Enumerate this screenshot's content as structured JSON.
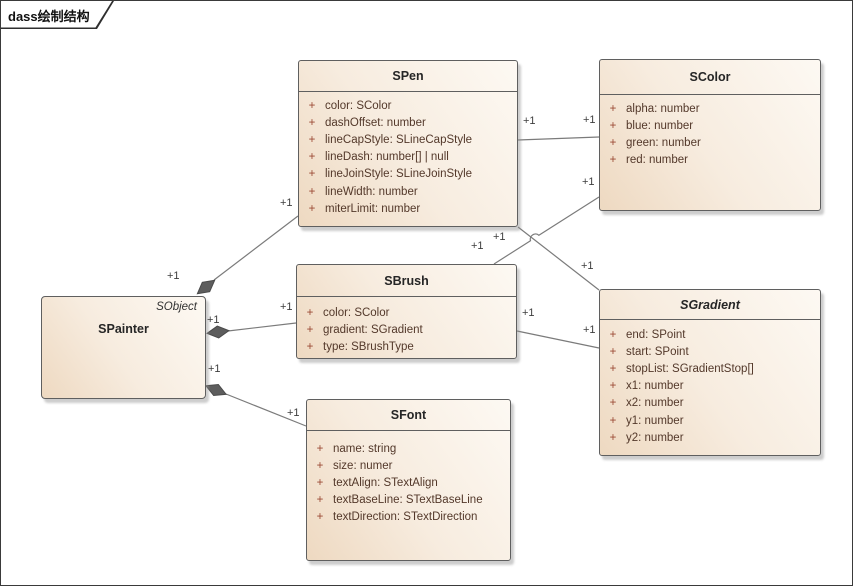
{
  "frame": {
    "title": "dass绘制结构"
  },
  "visibility_symbol": "+",
  "colors": {
    "box_fill_dark": "#eed9c1",
    "box_fill_light": "#fdf9f3",
    "box_border": "#5f5f5f",
    "attr_text": "#53382a",
    "visibility_plus": "#9a4833",
    "class_title": "#262626",
    "connector": "#7b7b7b",
    "composition_diamond": "#5d5d5d",
    "multiplicity_text": "#3d3d3d",
    "frame_border": "#3a3a3a",
    "background": "#ffffff"
  },
  "classes": [
    {
      "name": "SPainter",
      "stereotype": "SObject",
      "attributes": []
    },
    {
      "name": "SPen",
      "attributes": [
        "color: SColor",
        "dashOffset: number",
        "lineCapStyle: SLineCapStyle",
        "lineDash: number[] | null",
        "lineJoinStyle: SLineJoinStyle",
        "lineWidth: number",
        "miterLimit: number"
      ]
    },
    {
      "name": "SColor",
      "attributes": [
        "alpha: number",
        "blue: number",
        "green: number",
        "red: number"
      ]
    },
    {
      "name": "SBrush",
      "attributes": [
        "color: SColor",
        "gradient: SGradient",
        "type: SBrushType"
      ]
    },
    {
      "name": "SGradient",
      "attributes": [
        "end: SPoint",
        "start: SPoint",
        "stopList: SGradientStop[]",
        "x1: number",
        "x2: number",
        "y1: number",
        "y2: number"
      ]
    },
    {
      "name": "SFont",
      "attributes": [
        "name: string",
        "size: numer",
        "textAlign: STextAlign",
        "textBaseLine: STextBaseLine",
        "textDirection: STextDirection"
      ]
    }
  ],
  "multiplicities": [
    "+1",
    "+1",
    "+1",
    "+1",
    "+1",
    "+1",
    "+1",
    "+1",
    "+1",
    "+1",
    "+1",
    "+1",
    "+1",
    "+1"
  ]
}
